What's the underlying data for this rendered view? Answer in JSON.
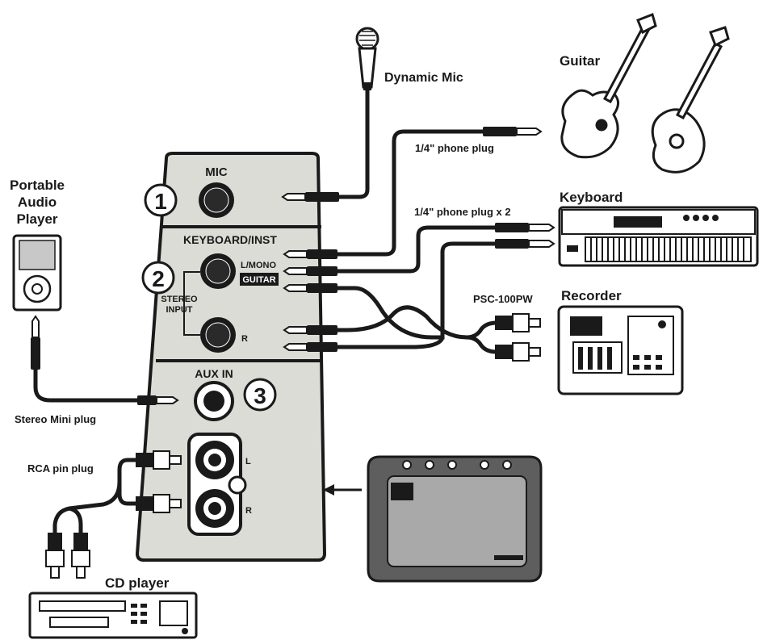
{
  "colors": {
    "panel_fill": "#dcdcd6",
    "outline": "#1a1a1a",
    "screen_fill": "#c8c8c8",
    "amp_grille": "#a9a9a9",
    "amp_body": "#5e5e5e"
  },
  "panel": {
    "mic_label": "MIC",
    "keyboard_inst_label": "KEYBOARD/INST",
    "l_mono_label": "L/MONO",
    "guitar_badge": "GUITAR",
    "stereo_input_line1": "STEREO",
    "stereo_input_line2": "INPUT",
    "r_label_inst": "R",
    "aux_in_label": "AUX IN",
    "l_label_rca": "L",
    "r_label_rca": "R",
    "num_1": "1",
    "num_2": "2",
    "num_3": "3"
  },
  "devices": {
    "dynamic_mic": "Dynamic Mic",
    "guitar": "Guitar",
    "keyboard": "Keyboard",
    "recorder": "Recorder",
    "portable_player_line1": "Portable",
    "portable_player_line2": "Audio",
    "portable_player_line3": "Player",
    "cd_player": "CD player"
  },
  "cables": {
    "phone_plug": "1/4\" phone plug",
    "phone_plug_x2": "1/4\" phone plug x 2",
    "psc": "PSC-100PW",
    "stereo_mini": "Stereo Mini plug",
    "rca_pin": "RCA pin plug"
  },
  "icons": {
    "arrow": "arrow-left-icon",
    "mic": "microphone-icon",
    "guitar": "guitar-icon",
    "keyboard": "keyboard-icon",
    "recorder": "recorder-icon",
    "player": "portable-player-icon",
    "cd": "cd-player-icon",
    "amp": "amplifier-icon"
  }
}
